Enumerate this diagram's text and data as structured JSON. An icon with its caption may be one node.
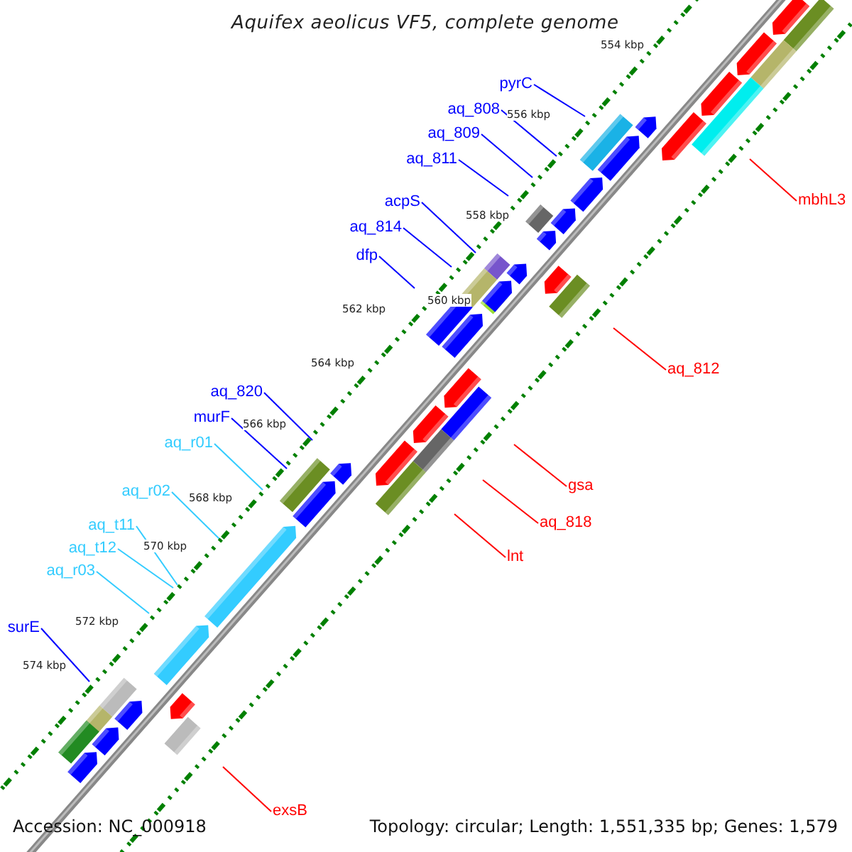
{
  "diagram": {
    "title": "Aquifex aeolicus VF5, complete genome",
    "nodes": [
      {
        "text": [
          "pyrC"
        ]
      },
      {
        "text": [
          "aq_808"
        ]
      },
      {
        "text": [
          "aq_809"
        ]
      },
      {
        "text": [
          "aq_811"
        ]
      },
      {
        "text": [
          "mbhL3"
        ]
      },
      {
        "text": [
          "acpS"
        ]
      },
      {
        "text": [
          "aq_814"
        ]
      },
      {
        "text": [
          "dfp"
        ]
      },
      {
        "text": [
          "aq_812"
        ]
      },
      {
        "text": [
          "aq_820"
        ]
      },
      {
        "text": [
          "murF"
        ]
      },
      {
        "text": [
          "aq_r01"
        ]
      },
      {
        "text": [
          "gsa"
        ]
      },
      {
        "text": [
          "aq_r02"
        ]
      },
      {
        "text": [
          "aq_818"
        ]
      },
      {
        "text": [
          "aq_t11"
        ]
      },
      {
        "text": [
          "aq_t12"
        ]
      },
      {
        "text": [
          "lnt"
        ]
      },
      {
        "text": [
          "aq_r03"
        ]
      },
      {
        "text": [
          "surE"
        ]
      },
      {
        "text": [
          "exsB"
        ]
      }
    ],
    "edges": [
      {
        "from": 0,
        "to": null,
        "arrow": "none"
      },
      {
        "from": 1,
        "to": null,
        "arrow": "none"
      },
      {
        "from": 2,
        "to": null,
        "arrow": "none"
      },
      {
        "from": 3,
        "to": null,
        "arrow": "none"
      },
      {
        "from": 4,
        "to": null,
        "arrow": "none",
        "color": "#ff0000"
      },
      {
        "from": 5,
        "to": null,
        "arrow": "none"
      },
      {
        "from": 6,
        "to": null,
        "arrow": "none"
      },
      {
        "from": 7,
        "to": null,
        "arrow": "none"
      },
      {
        "from": 8,
        "to": null,
        "arrow": "none",
        "color": "#ff0000"
      },
      {
        "from": 9,
        "to": null,
        "arrow": "none"
      },
      {
        "from": 10,
        "to": null,
        "arrow": "none"
      },
      {
        "from": 11,
        "to": null,
        "arrow": "none",
        "color": "#33ccff"
      },
      {
        "from": 12,
        "to": null,
        "arrow": "none",
        "color": "#ff0000"
      },
      {
        "from": 13,
        "to": null,
        "arrow": "none",
        "color": "#33ccff"
      },
      {
        "from": 14,
        "to": null,
        "arrow": "none",
        "color": "#ff0000"
      },
      {
        "from": 15,
        "to": null,
        "arrow": "none",
        "color": "#33ccff"
      },
      {
        "from": 16,
        "to": null,
        "arrow": "none",
        "color": "#33ccff"
      },
      {
        "from": 17,
        "to": null,
        "arrow": "none",
        "color": "#ff0000"
      },
      {
        "from": 18,
        "to": null,
        "arrow": "none",
        "color": "#33ccff"
      },
      {
        "from": 19,
        "to": null,
        "arrow": "none"
      },
      {
        "from": 20,
        "to": null,
        "arrow": "none",
        "color": "#ff0000"
      }
    ],
    "labels": [
      "554 kbp",
      "556 kbp",
      "558 kbp",
      "560 kbp",
      "562 kbp",
      "564 kbp",
      "566 kbp",
      "568 kbp",
      "570 kbp",
      "572 kbp",
      "574 kbp",
      "Accession: NC_000918",
      "Topology: circular; Length: 1,551,335 bp; Genes: 1,579"
    ]
  }
}
